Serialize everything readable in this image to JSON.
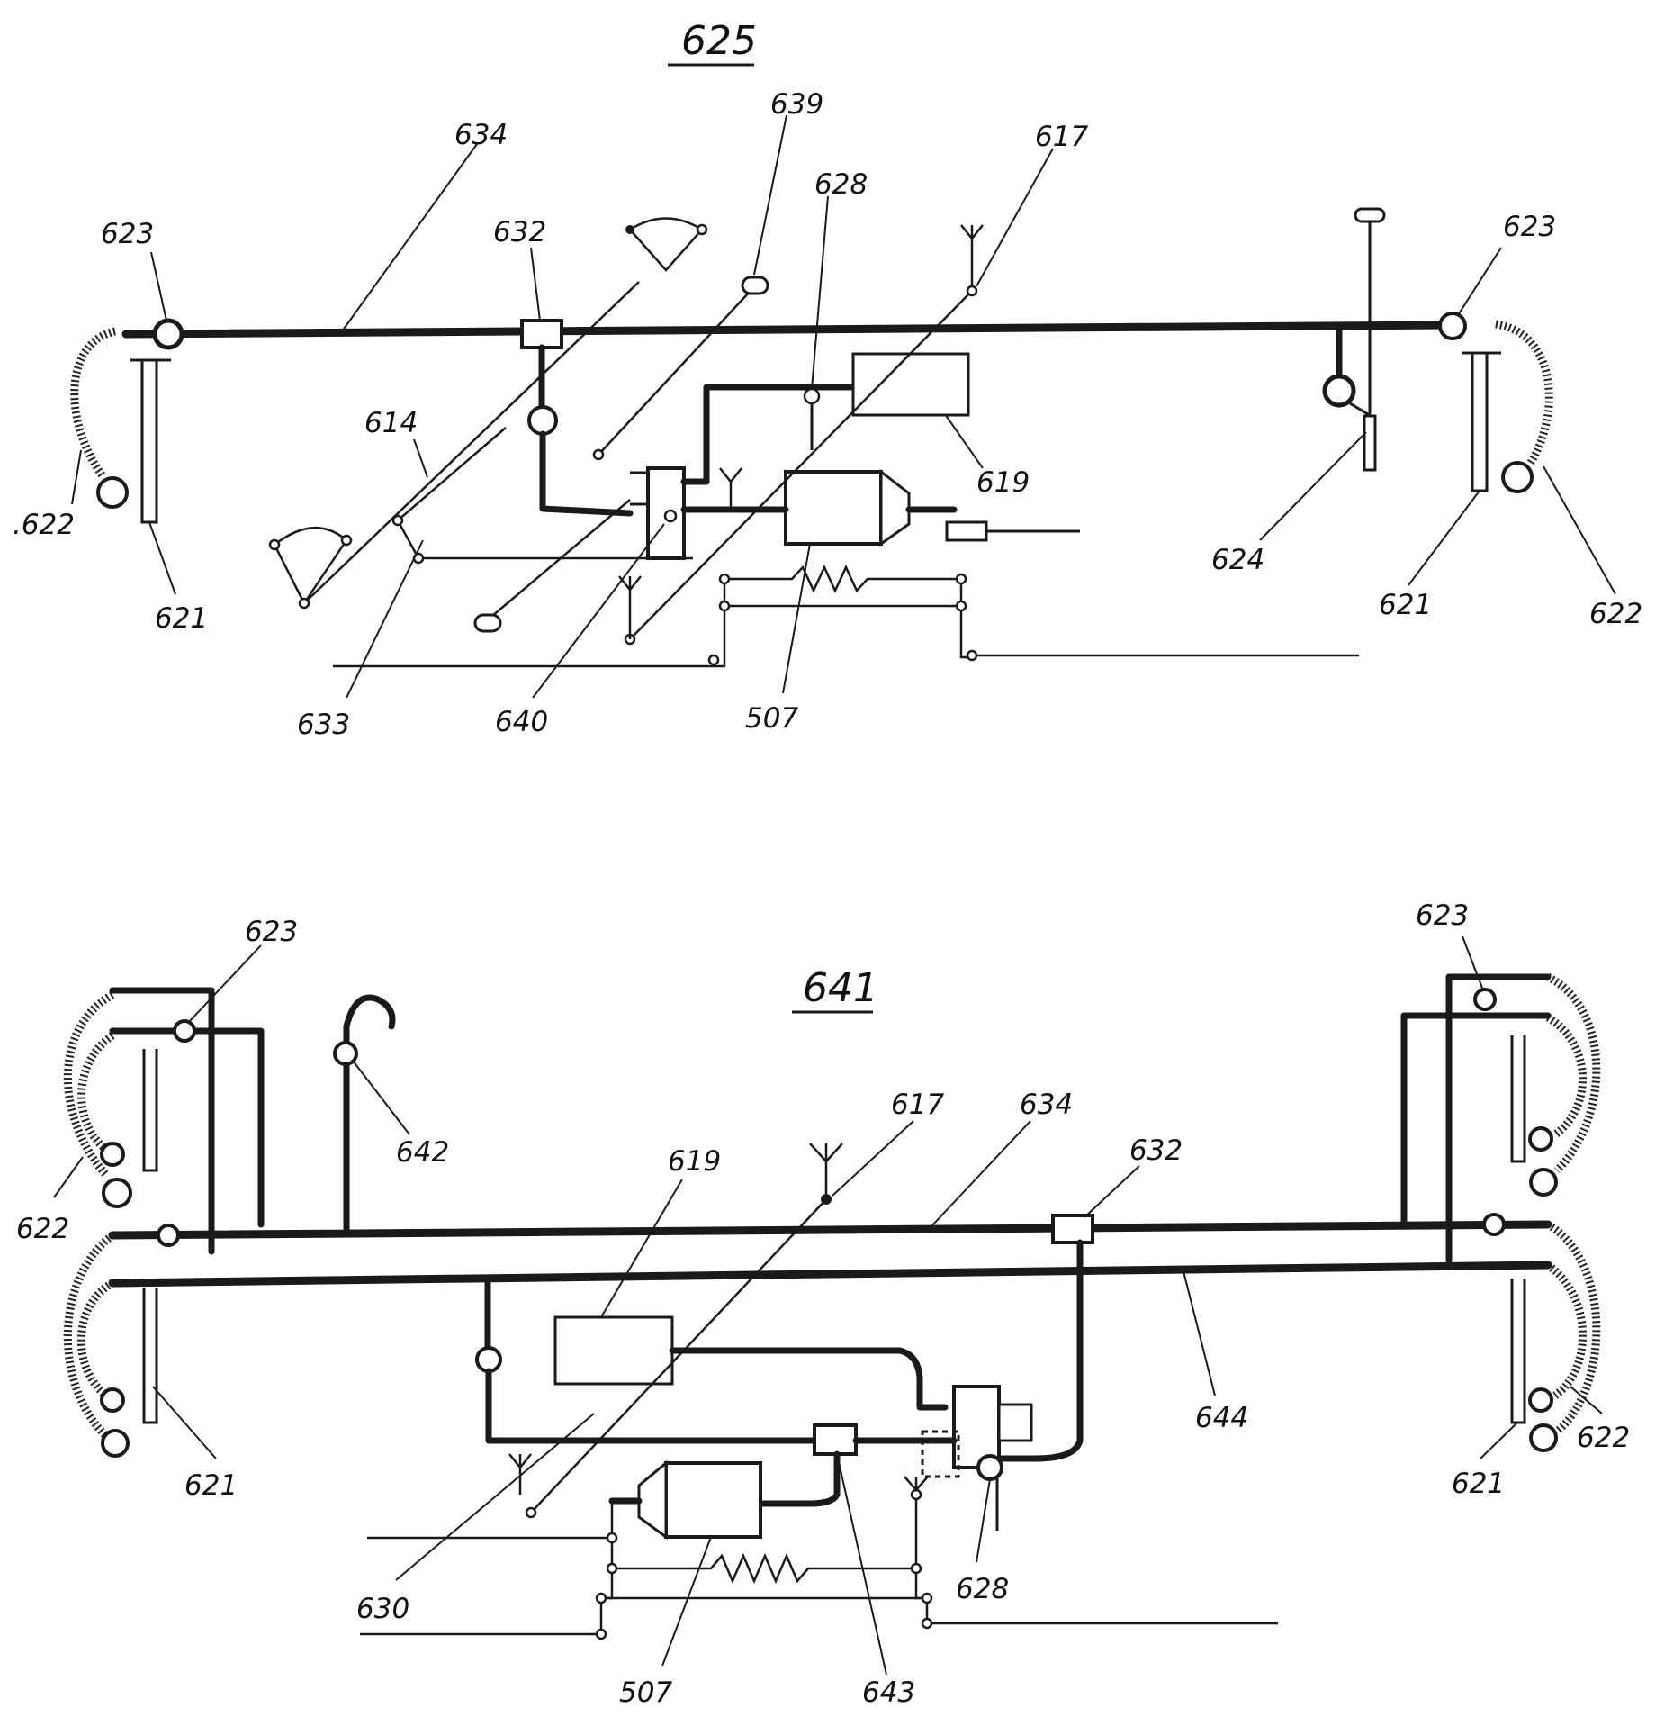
{
  "titles": {
    "top": "625",
    "bottom": "641"
  },
  "top_labels": {
    "l639": "639",
    "l634": "634",
    "l628": "628",
    "l617": "617",
    "l623_left": "623",
    "l632": "632",
    "l623_right": "623",
    "l614": "614",
    "l619": "619",
    "l622_left": ".622",
    "l621_left": "621",
    "l624": "624",
    "l621_right": "621",
    "l622_right": "622",
    "l633": "633",
    "l640": "640",
    "l507": "507"
  },
  "bottom_labels": {
    "l623_left": "623",
    "l623_right": "623",
    "l642": "642",
    "l617": "617",
    "l634": "634",
    "l619": "619",
    "l632": "632",
    "l622_left": "622",
    "l644": "644",
    "l621_left": "621",
    "l622_right": "622",
    "l621_right": "621",
    "l630": "630",
    "l628": "628",
    "l507": "507",
    "l643": "643"
  }
}
